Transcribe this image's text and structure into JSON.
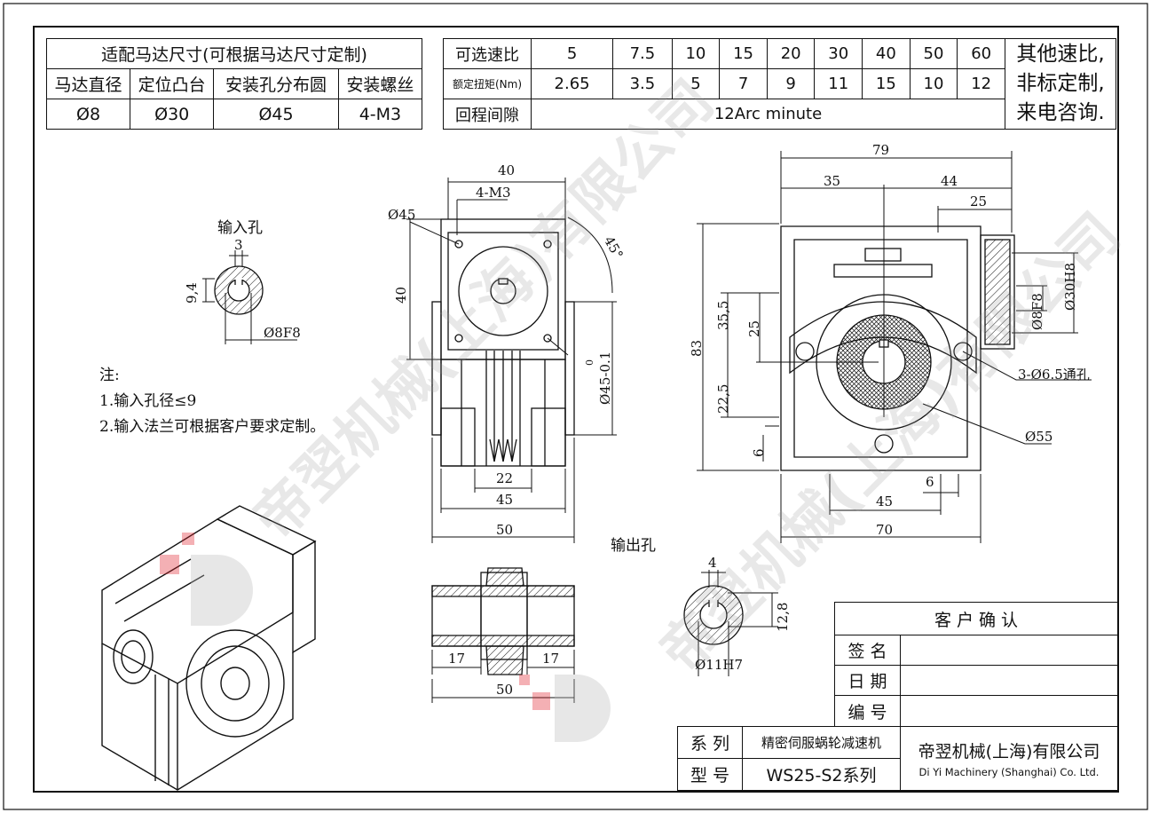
{
  "motor_table": {
    "title": "适配马达尺寸(可根据马达尺寸定制)",
    "headers": [
      "马达直径",
      "定位凸台",
      "安装孔分布圆",
      "安装螺丝"
    ],
    "values": [
      "Ø8",
      "Ø30",
      "Ø45",
      "4-M3"
    ]
  },
  "ratio_table": {
    "row1_label": "可选速比",
    "ratios": [
      "5",
      "7.5",
      "10",
      "15",
      "20",
      "30",
      "40",
      "50",
      "60"
    ],
    "row2_label": "额定扭矩(Nm)",
    "torques": [
      "2.65",
      "3.5",
      "5",
      "7",
      "9",
      "11",
      "15",
      "10",
      "12"
    ],
    "row3_label": "回程间隙",
    "backlash": "12Arc minute",
    "side_lines": [
      "其他速比,",
      "非标定制,",
      "来电咨询."
    ]
  },
  "input_hole": {
    "title": "输入孔",
    "dim_key": "3",
    "dim_height": "9,4",
    "dim_dia": "Ø8F8"
  },
  "notes": {
    "title": "注:",
    "line1": "1.输入孔径≤9",
    "line2": "2.输入法兰可根据客户要求定制。"
  },
  "front_view": {
    "dim_top": "40",
    "dim_screw": "4-M3",
    "dim_pcd": "Ø45",
    "dim_angle": "45°",
    "dim_height": "40",
    "dim_spigot": "Ø45-0.1",
    "dim_spigot_upper": "0",
    "dim_22": "22",
    "dim_45": "45",
    "dim_50": "50"
  },
  "output_hole": {
    "title": "输出孔",
    "dim_key": "4",
    "dim_height": "12,8",
    "dim_dia": "Ø11H7"
  },
  "shaft_view": {
    "dim_left": "17",
    "dim_right": "17",
    "dim_total": "50"
  },
  "side_view": {
    "dim_79": "79",
    "dim_35": "35",
    "dim_44": "44",
    "dim_25_top": "25",
    "dim_83": "83",
    "dim_35_5": "35,5",
    "dim_25_left": "25",
    "dim_22_5": "22,5",
    "dim_6_left": "6",
    "dim_6_bottom": "6",
    "dim_45": "45",
    "dim_70": "70",
    "dim_holes": "3-Ø6.5通孔",
    "dim_55": "Ø55",
    "dim_8f8": "Ø8F8",
    "dim_30h8": "Ø30H8"
  },
  "title_block": {
    "confirm_title": "客 户 确 认",
    "sign": "签 名",
    "date": "日 期",
    "code": "编 号",
    "series_label": "系 列",
    "series_value": "精密伺服蜗轮减速机",
    "model_label": "型 号",
    "model_value": "WS25-S2系列",
    "company_cn": "帝翌机械(上海)有限公司",
    "company_en": "Di Yi Machinery (Shanghai) Co. Ltd."
  },
  "watermark": {
    "text1": "帝翌机械(上海)有限公司",
    "text2": "帝翌机械(上海)有限公司",
    "brand_color": "#e0202a"
  }
}
